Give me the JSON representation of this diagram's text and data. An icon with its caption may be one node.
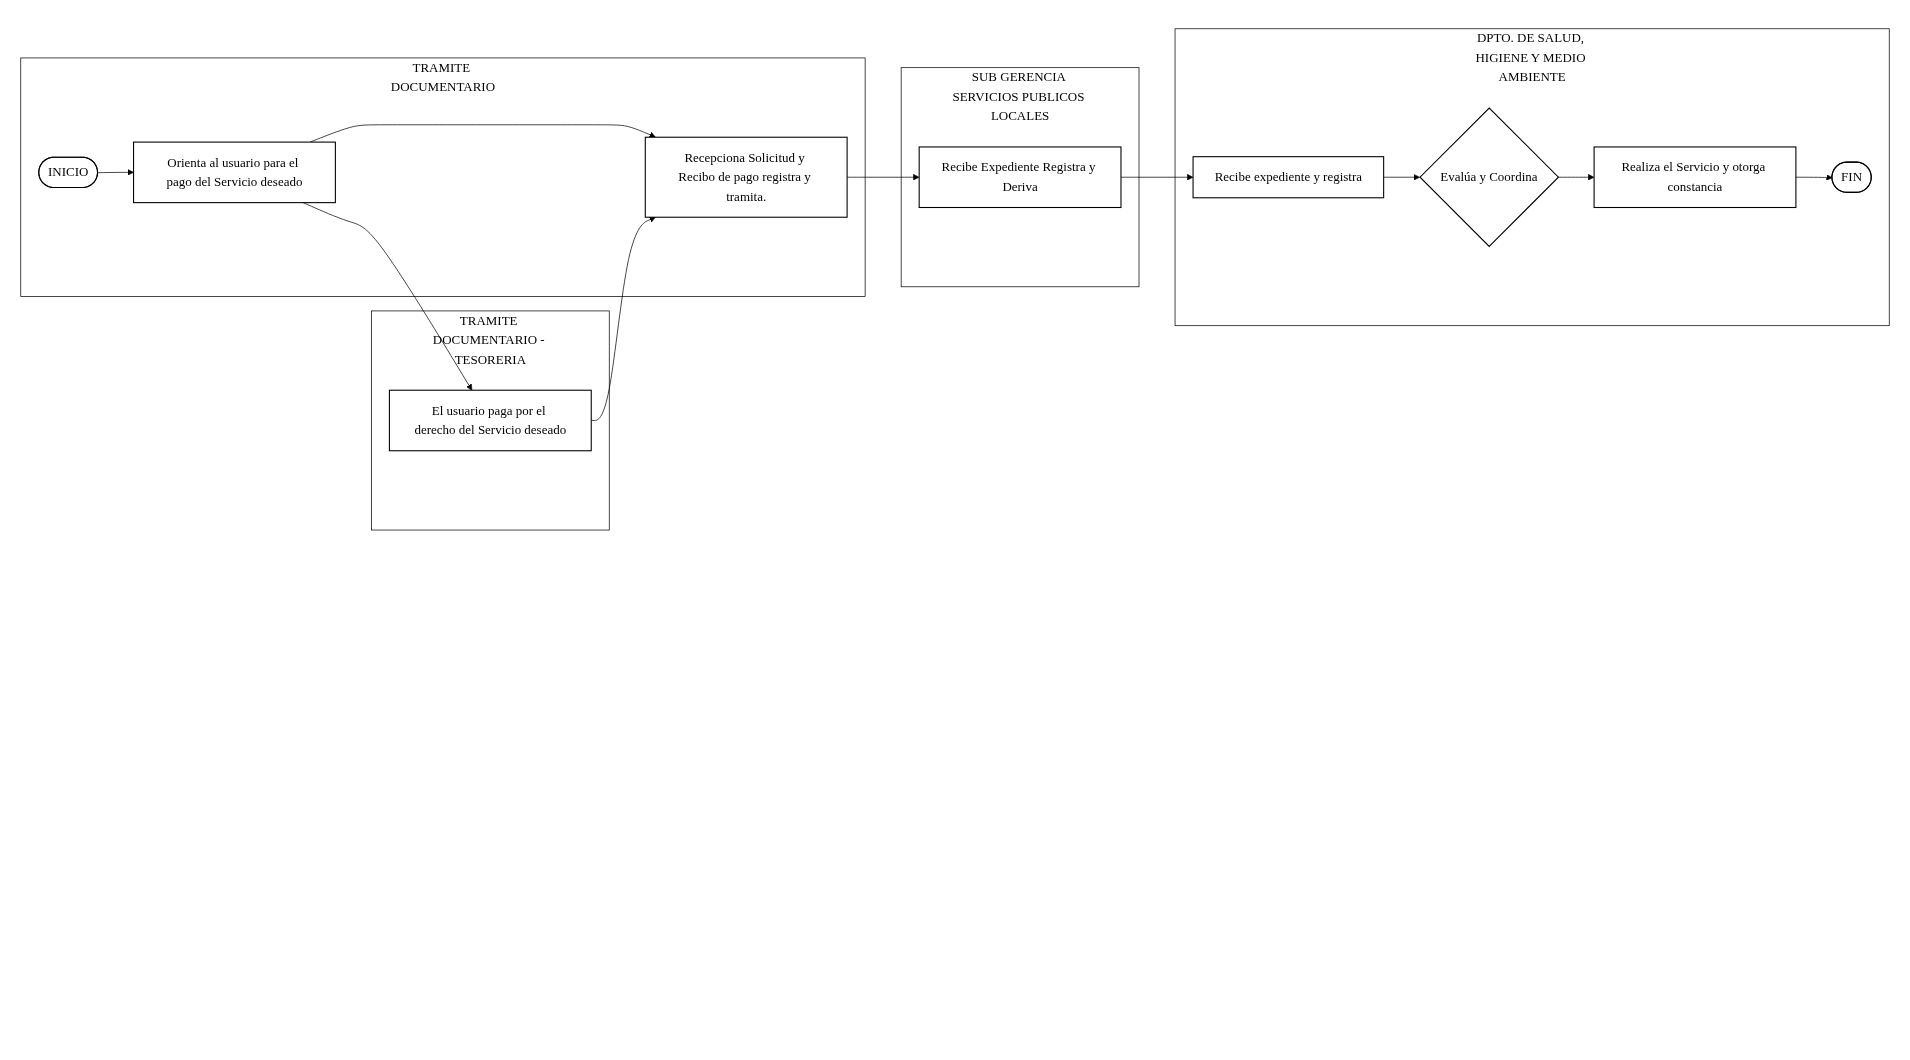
{
  "diagram": {
    "nodes": [
      {
        "text": [
          "TRAMITE DOCUMENTARIO"
        ]
      },
      {
        "text": [
          "INICIO"
        ],
        "in": 0
      },
      {
        "text": [
          "Orienta al usuario para el pago del Servicio deseado"
        ],
        "in": 0
      },
      {
        "text": [
          "Recepciona Solicitud y Recibo de pago registra y tramita."
        ],
        "in": 0
      },
      {
        "text": [
          "TRAMITE DOCUMENTARIO - TESORERIA"
        ]
      },
      {
        "text": [
          "El usuario paga por el derecho del Servicio deseado"
        ],
        "in": 4
      },
      {
        "text": [
          "SUB GERENCIA SERVICIOS PUBLICOS LOCALES"
        ]
      },
      {
        "text": [
          "Recibe Expediente Registra y Deriva"
        ],
        "in": 6
      },
      {
        "text": [
          "DPTO. DE SALUD, HIGIENE Y MEDIO AMBIENTE"
        ]
      },
      {
        "text": [
          "Recibe expediente y registra"
        ],
        "in": 8
      },
      {
        "text": [
          "Evalúa y Coordina"
        ],
        "in": 8
      },
      {
        "text": [
          "Realiza el Servicio y otorga constancia"
        ],
        "in": 8
      },
      {
        "text": [
          "FIN"
        ],
        "in": 8
      }
    ],
    "edges": [
      {
        "from": 1,
        "to": 2,
        "arrow": "to"
      },
      {
        "from": 2,
        "to": 5,
        "arrow": "to"
      },
      {
        "from": 2,
        "to": 3,
        "arrow": "to"
      },
      {
        "from": 5,
        "to": 3,
        "arrow": "to"
      },
      {
        "from": 3,
        "to": 7,
        "arrow": "to"
      },
      {
        "from": 7,
        "to": 9,
        "arrow": "to"
      },
      {
        "from": 9,
        "to": 10,
        "arrow": "to"
      },
      {
        "from": 10,
        "to": 11,
        "arrow": "to"
      },
      {
        "from": 11,
        "to": 12,
        "arrow": "to"
      }
    ]
  }
}
